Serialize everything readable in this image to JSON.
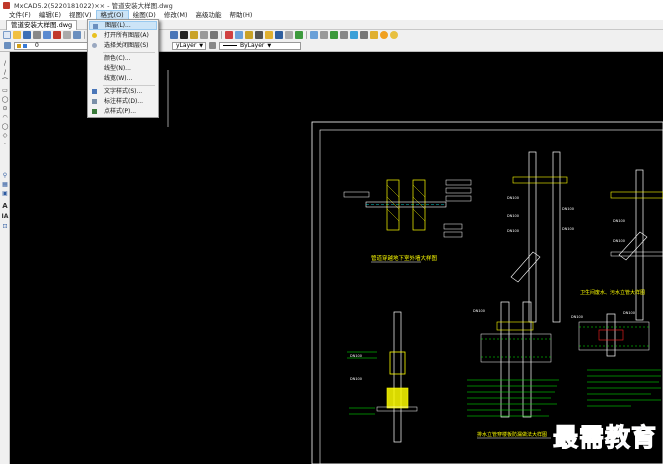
{
  "window": {
    "title": "MxCAD5.2(52201810​22)×× - 管道安装大样图.dwg"
  },
  "menubar": {
    "items": [
      {
        "label": "文件(F)"
      },
      {
        "label": "编辑(E)"
      },
      {
        "label": "视图(V)"
      },
      {
        "label": "格式(O)",
        "active": true
      },
      {
        "label": "绘图(D)"
      },
      {
        "label": "修改(M)"
      },
      {
        "label": "高级功能"
      },
      {
        "label": "帮助(H)"
      }
    ]
  },
  "tabs": {
    "document": "管道安装大样图.dwg"
  },
  "propbar": {
    "layer_value": "0",
    "color_value": "yLayer",
    "linetype_value": "ByLayer"
  },
  "format_menu": {
    "items": [
      {
        "label": "图层(L)...",
        "icon": "layer-icon",
        "highlighted": true
      },
      {
        "label": "打开所有图层(A)",
        "icon": "bulb-on-icon"
      },
      {
        "label": "选择关闭图层(S)",
        "icon": "bulb-off-icon"
      },
      {
        "label": "颜色(C)...",
        "icon": ""
      },
      {
        "label": "线型(N)...",
        "icon": ""
      },
      {
        "label": "线宽(W)...",
        "icon": ""
      },
      {
        "label": "文字样式(S)...",
        "icon": "text-style-icon"
      },
      {
        "label": "标注样式(D)...",
        "icon": "dim-style-icon"
      },
      {
        "label": "点样式(P)...",
        "icon": "point-style-icon"
      }
    ]
  },
  "left_tools": {
    "items": [
      "/",
      "/",
      "⌒",
      "▭",
      "◯",
      "⊙",
      "◠",
      "◯",
      "◇",
      "·",
      "⚲",
      "▦",
      "▣",
      "A",
      "IA",
      "⊡"
    ]
  },
  "drawing": {
    "annotations": [
      "管道穿越地下室外墙大样图",
      "卫生间废水、污水立管大样图",
      "排水立管穿楼板防漏做法大样图"
    ],
    "pipe_labels": [
      "DN100",
      "DN100",
      "DN100",
      "DN100",
      "DN100",
      "DN100",
      "DN100",
      "DN100",
      "DN100",
      "DN100",
      "DN100",
      "DN100"
    ]
  },
  "watermark": "最需教育",
  "colors": {
    "canvas": "#000000",
    "cad_yellow": "#ffff00",
    "cad_green": "#00ff00",
    "cad_cyan": "#00ffff",
    "cad_red": "#ff2020"
  }
}
